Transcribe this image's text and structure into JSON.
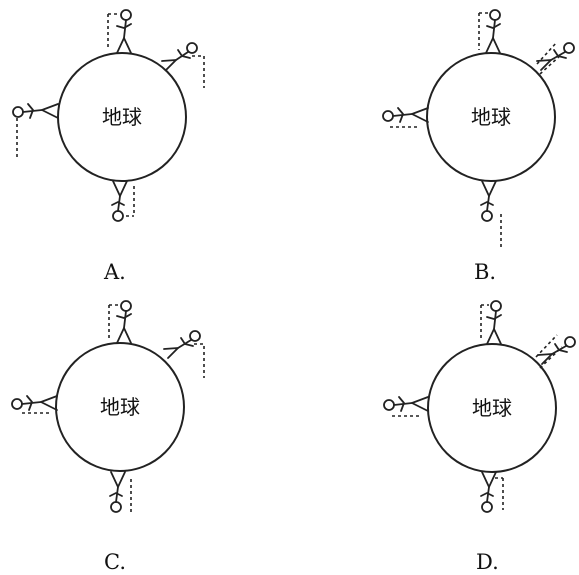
{
  "earth_label": "地球",
  "options": [
    {
      "id": "A",
      "label": "A."
    },
    {
      "id": "B",
      "label": "B."
    },
    {
      "id": "C",
      "label": "C."
    },
    {
      "id": "D",
      "label": "D."
    }
  ]
}
